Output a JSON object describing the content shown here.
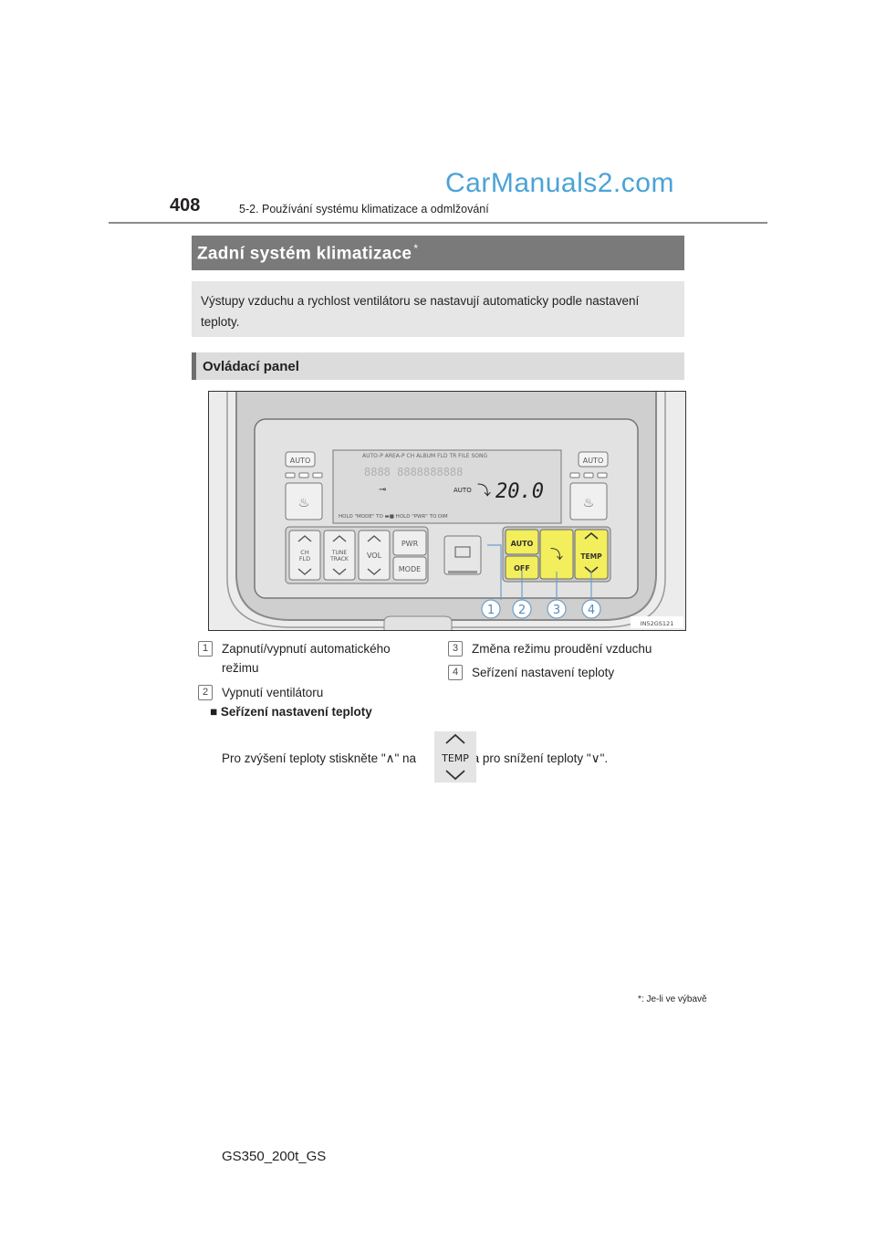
{
  "header": {
    "page_number": "408",
    "chapter": "5-2. Používání systému klimatizace a odmlžování",
    "watermark": "CarManuals2.com"
  },
  "section": {
    "title": "Zadní systém klimatizace",
    "title_mark": "*",
    "intro": "Výstupy vzduchu a rychlost ventilátoru se nastavují automaticky podle nastavení teploty.",
    "subheading": "Ovládací panel"
  },
  "figure": {
    "code": "IN52GS121",
    "display": {
      "top_labels": "AUTO-P AREA-P CH ALBUM FLD TR FILE SONG",
      "auto_label": "AUTO",
      "temperature": "20.0",
      "bottom_labels": "HOLD \"MODE\" TO ▬■ HOLD \"PWR\" TO DIM"
    },
    "buttons": {
      "left_auto": "AUTO",
      "right_auto": "AUTO",
      "ch_fld": "CH\nFLD",
      "tune_track": "TUNE\nTRACK",
      "vol": "VOL",
      "pwr": "PWR",
      "mode": "MODE",
      "auto": "AUTO",
      "off": "OFF",
      "temp": "TEMP"
    },
    "callouts": [
      "1",
      "2",
      "3",
      "4"
    ],
    "highlight_color": "#f3ee5c"
  },
  "items": [
    {
      "num": "1",
      "text": "Zapnutí/vypnutí automatického režimu"
    },
    {
      "num": "2",
      "text": "Vypnutí ventilátoru"
    },
    {
      "num": "3",
      "text": "Změna režimu proudění vzduchu"
    },
    {
      "num": "4",
      "text": "Seřízení nastavení teploty"
    }
  ],
  "temp_section": {
    "bullet": "■",
    "heading": "Seřízení nastavení teploty",
    "text_before": "Pro zvýšení teploty stiskněte \"∧\" na",
    "text_after": "a pro snížení teploty \"∨\".",
    "button_label": "TEMP"
  },
  "footnote": {
    "mark": "*",
    "text": ": Je-li ve výbavě"
  },
  "footer": {
    "model": "GS350_200t_GS"
  }
}
